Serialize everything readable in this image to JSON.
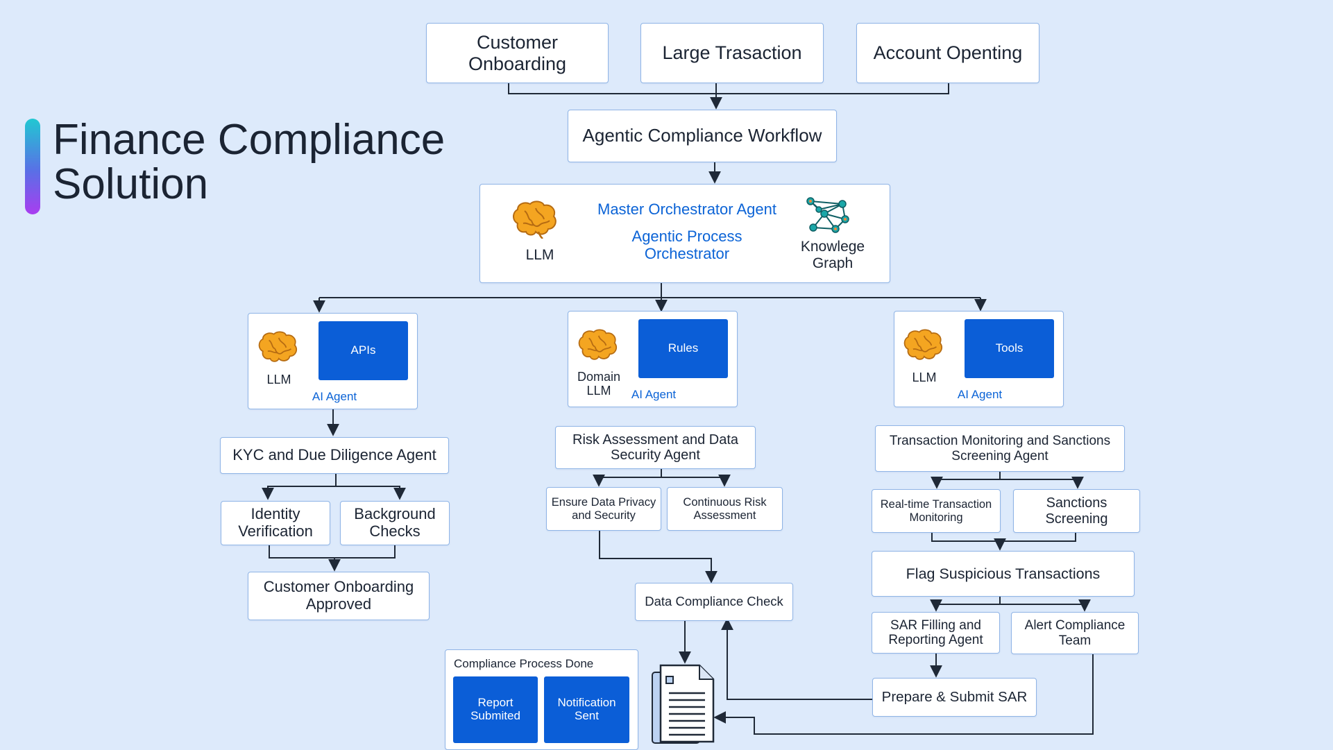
{
  "title": "Finance Compliance\nSolution",
  "triggers": {
    "customer_onboarding": "Customer\nOnboarding",
    "large_transaction": "Large Trasaction",
    "account_opening": "Account Openting"
  },
  "workflow": "Agentic Compliance Workflow",
  "orchestrator": {
    "llm": "LLM",
    "master": "Master Orchestrator Agent",
    "process": "Agentic Process\nOrchestrator",
    "knowledge_graph": "Knowlege\nGraph"
  },
  "agents": [
    {
      "model": "LLM",
      "tile": "APIs",
      "type": "AI Agent"
    },
    {
      "model": "Domain\nLLM",
      "tile": "Rules",
      "type": "AI Agent"
    },
    {
      "model": "LLM",
      "tile": "Tools",
      "type": "AI Agent"
    }
  ],
  "kyc": {
    "agent": "KYC and Due Diligence Agent",
    "identity": "Identity\nVerification",
    "background": "Background\nChecks",
    "approved": "Customer Onboarding\nApproved"
  },
  "risk": {
    "agent": "Risk Assessment and Data\nSecurity Agent",
    "privacy": "Ensure Data Privacy\nand Security",
    "continuous": "Continuous Risk\nAssessment",
    "check": "Data Compliance Check"
  },
  "transaction": {
    "agent": "Transaction Monitoring and Sanctions\nScreening Agent",
    "realtime": "Real-time Transaction\nMonitoring",
    "sanctions": "Sanctions\nScreening",
    "flag": "Flag Suspicious Transactions",
    "sar": "SAR Filling and\nReporting Agent",
    "alert": "Alert Compliance\nTeam",
    "submit": "Prepare & Submit SAR"
  },
  "done": {
    "title": "Compliance Process Done",
    "report": "Report\nSubmited",
    "notification": "Notification\nSent"
  },
  "colors": {
    "background": "#ddeafb",
    "accent_blue": "#0b5ed7",
    "border": "#8fb4e6",
    "brain": "#f4a521"
  }
}
